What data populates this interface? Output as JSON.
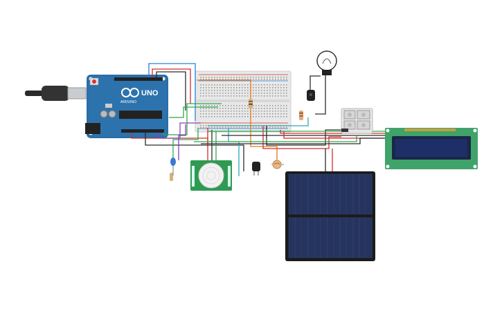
{
  "arduino": {
    "brand_text": "UNO",
    "logo_text": "ARDUINO",
    "colors": {
      "board": "#2a6fa8",
      "board_dark": "#1f5a8a",
      "usb_silver": "#c9ccd1"
    }
  },
  "components": {
    "breadboard": "breadboard",
    "pir_sensor": "pir-sensor",
    "solar_panel": "solar-panel",
    "lcd": "lcd-16x2",
    "relay": "relay-module",
    "lamp": "light-bulb",
    "transistor": "transistor",
    "ldr": "photoresistor",
    "led": "led-blue",
    "resistor": "resistor"
  },
  "colors": {
    "wire_red": "#d42a2a",
    "wire_black": "#2b2b2b",
    "wire_green": "#2fa84f",
    "wire_blue": "#2a7fd4",
    "wire_purple": "#8a3fb8",
    "wire_orange": "#e07a1f",
    "wire_teal": "#2aa9b8",
    "lcd_board": "#3fa36a",
    "lcd_screen": "#1d2f66",
    "pir_board": "#2f9a52",
    "solar_cell": "#24345e",
    "breadboard": "#e8e8e8"
  }
}
